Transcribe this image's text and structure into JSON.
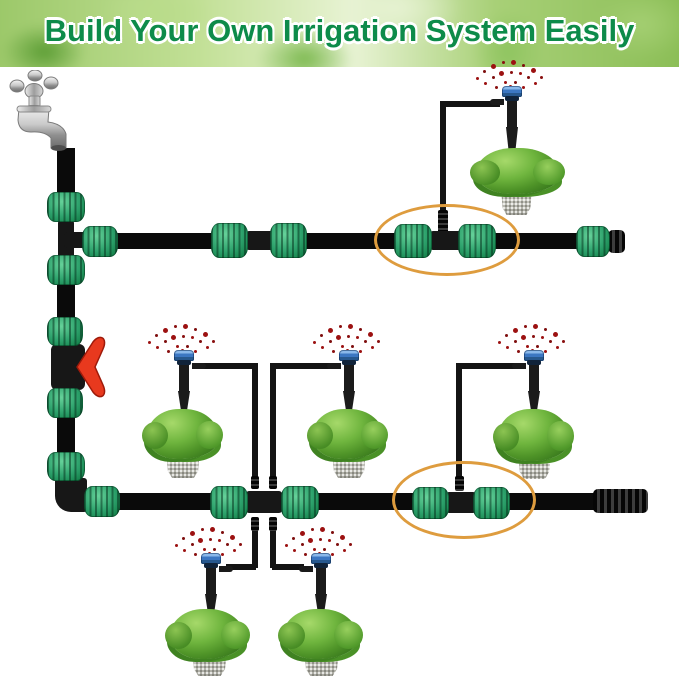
{
  "header": {
    "title": "Build Your Own Irrigation System Easily"
  },
  "palette": {
    "title_green": "#0d8b4a",
    "connector_green": "#2da26c",
    "valve_red": "#e8391e",
    "tubing_black": "#0a0a0a",
    "sprinkler_cap_blue": "#3c77c2",
    "spray_red": "#9c1111",
    "highlight_ring_orange": "#de9c3e",
    "pot_gray": "#c6c6bd",
    "foliage_green": "#4f9428",
    "faucet_chrome": "#c9c9c9"
  },
  "objects": {
    "faucet": "chrome-water-tap",
    "tee_connector": "green-tee-connector",
    "straight_coupling": "green-straight-coupling",
    "shutoff_valve": "valve-with-red-handle",
    "elbow_connector": "green-elbow-connector",
    "manifold_coupling": "coupling-with-four-barb-ports",
    "barbed_tee": "barbed-tee-connector-highlighted",
    "hose_end_fitting": "green-hose-end-fitting",
    "end_plug": "black-barbed-end-plug",
    "sprinkler": "drip-sprinkler-stake-blue-cap",
    "plant": "potted-green-plant",
    "sprinkler_count": 6,
    "plant_count": 6,
    "highlight_ring_count": 2
  }
}
